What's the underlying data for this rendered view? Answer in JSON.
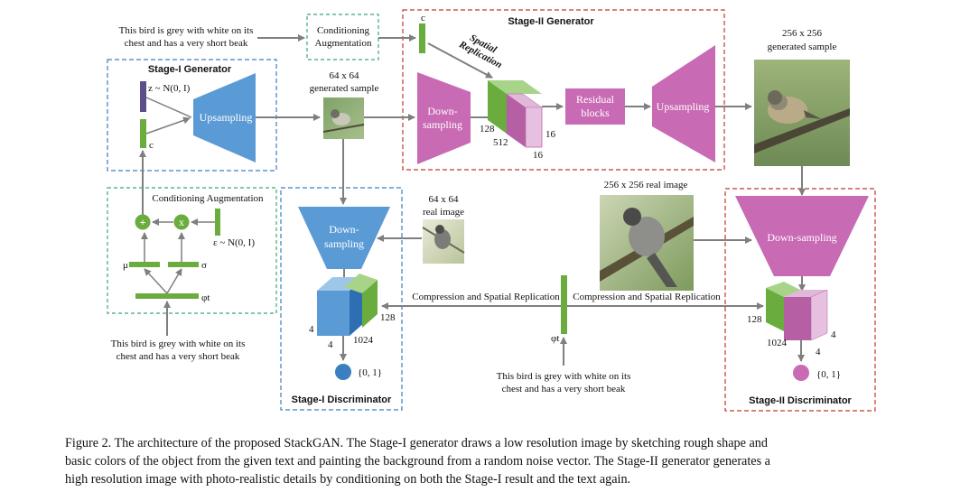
{
  "text": {
    "top_sentence_1": "This bird is grey with white on its",
    "top_sentence_2": "chest and has a very short beak",
    "cond_aug_top_1": "Conditioning",
    "cond_aug_top_2": "Augmentation",
    "stage2_gen_title": "Stage-II Generator",
    "c_label_top": "c",
    "spatial_1": "Spatial",
    "spatial_2": "Replication",
    "down_1": "Down-",
    "down_2": "sampling",
    "dim_128_top": "128",
    "dim_512": "512",
    "dim_16a": "16",
    "dim_16b": "16",
    "residual_1": "Residual",
    "residual_2": "blocks",
    "upsampling_s2": "Upsampling",
    "out256_1": "256 x 256",
    "out256_2": "generated sample",
    "stage1_gen_title": "Stage-I Generator",
    "z_label": "z ~ N(0, I)",
    "c_label_s1": "c",
    "upsampling_s1": "Upsampling",
    "gen64_1": "64 x 64",
    "gen64_2": "generated sample",
    "cond_aug_left": "Conditioning Augmentation",
    "eps_label": "ε ~ N(0, I)",
    "plus_sym": "+",
    "times_sym": "x",
    "mu_label": "μ",
    "sigma_label": "σ",
    "phi_t_left": "φt",
    "bottom_left_1": "This bird is grey with white on its",
    "bottom_left_2": "chest and has a very short beak",
    "ds1_1": "Down-",
    "ds1_2": "sampling",
    "real64_1": "64 x 64",
    "real64_2": "real image",
    "real256": "256 x 256 real image",
    "ds2": "Down-sampling",
    "compress_left": "Compression and Spatial Replication",
    "compress_right": "Compression and Spatial Replication",
    "phi_t_mid": "φt",
    "bottom_mid_1": "This bird is grey with white on its",
    "bottom_mid_2": "chest and has a very short beak",
    "d1_dim_4a": "4",
    "d1_dim_4b": "4",
    "d1_dim_1024": "1024",
    "d1_dim_128": "128",
    "d1_out": "{0, 1}",
    "stage1_disc_title": "Stage-I Discriminator",
    "d2_dim_128": "128",
    "d2_dim_1024": "1024",
    "d2_dim_4a": "4",
    "d2_dim_4b": "4",
    "d2_out": "{0, 1}",
    "stage2_disc_title": "Stage-II Discriminator"
  },
  "caption": {
    "line1": "Figure 2. The architecture of the proposed StackGAN. The Stage-I generator draws a low resolution image by sketching rough shape and",
    "line2": "basic colors of the object from the given text and painting the background from a random noise vector. The Stage-II generator generates a",
    "line3": "high resolution image with photo-realistic details by conditioning on both the Stage-I result and the text again."
  },
  "colors": {
    "green": "#6aad3e",
    "blue": "#5b9bd5",
    "magenta": "#c86ab4",
    "purple": "#5b4e8a",
    "stage1_border": "#3a7fc0",
    "stage2_border": "#c0392b",
    "cond_border": "#3aa87a",
    "arrow": "#7f7f7f"
  }
}
